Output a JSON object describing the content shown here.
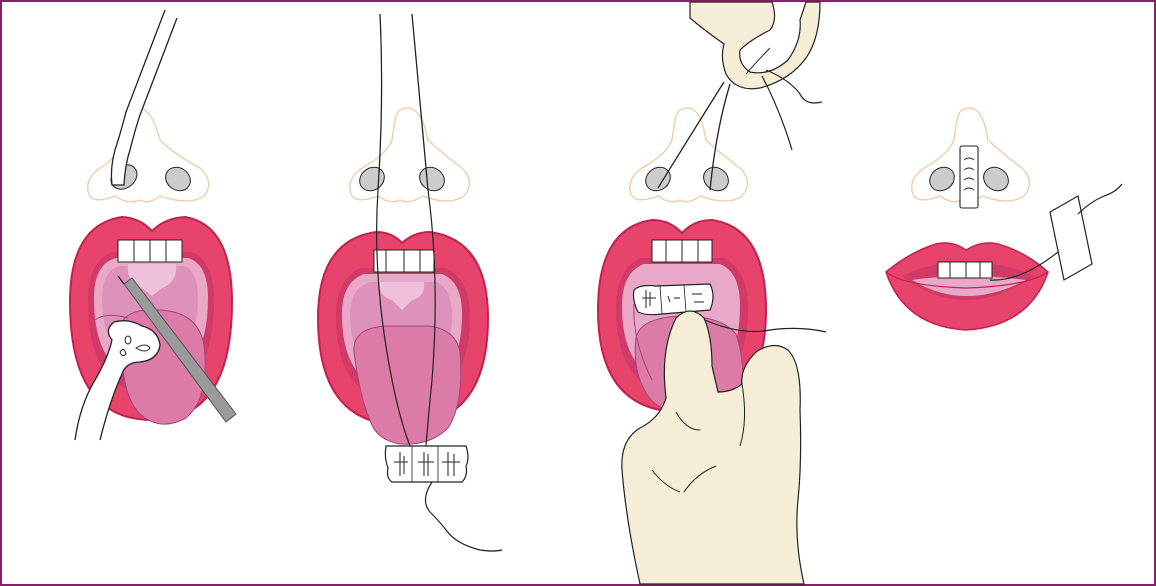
{
  "figure": {
    "kind": "procedure-illustration",
    "panel_count": 4,
    "colors": {
      "frame": "#8c1d6b",
      "lip": "#e8436a",
      "lip_outline": "#c2224e",
      "mouth_interior": "#cf3a66",
      "palate": "#eaa8c8",
      "palate_dark": "#d98ab4",
      "tongue": "#dc7aa8",
      "teeth": "#ffffff",
      "nose_outline": "#f2c9a2",
      "nostril": "#cccccc",
      "glove": "#f6edd6",
      "instrument": "#9a9a9a",
      "line": "#222222"
    },
    "panels": [
      {
        "name": "panel-1",
        "elements": [
          "nose",
          "suction-catheter",
          "open-mouth",
          "tongue",
          "forceps",
          "gauze"
        ]
      },
      {
        "name": "panel-2",
        "elements": [
          "nose",
          "catheter-strings",
          "open-mouth",
          "tongue",
          "packing-roll"
        ]
      },
      {
        "name": "panel-3",
        "elements": [
          "nose",
          "gloved-hand",
          "catheter-strings",
          "open-mouth",
          "packing",
          "gloved-finger"
        ]
      },
      {
        "name": "panel-4",
        "elements": [
          "nose",
          "taped-strings",
          "closed-lips",
          "tape-strip"
        ]
      }
    ]
  }
}
